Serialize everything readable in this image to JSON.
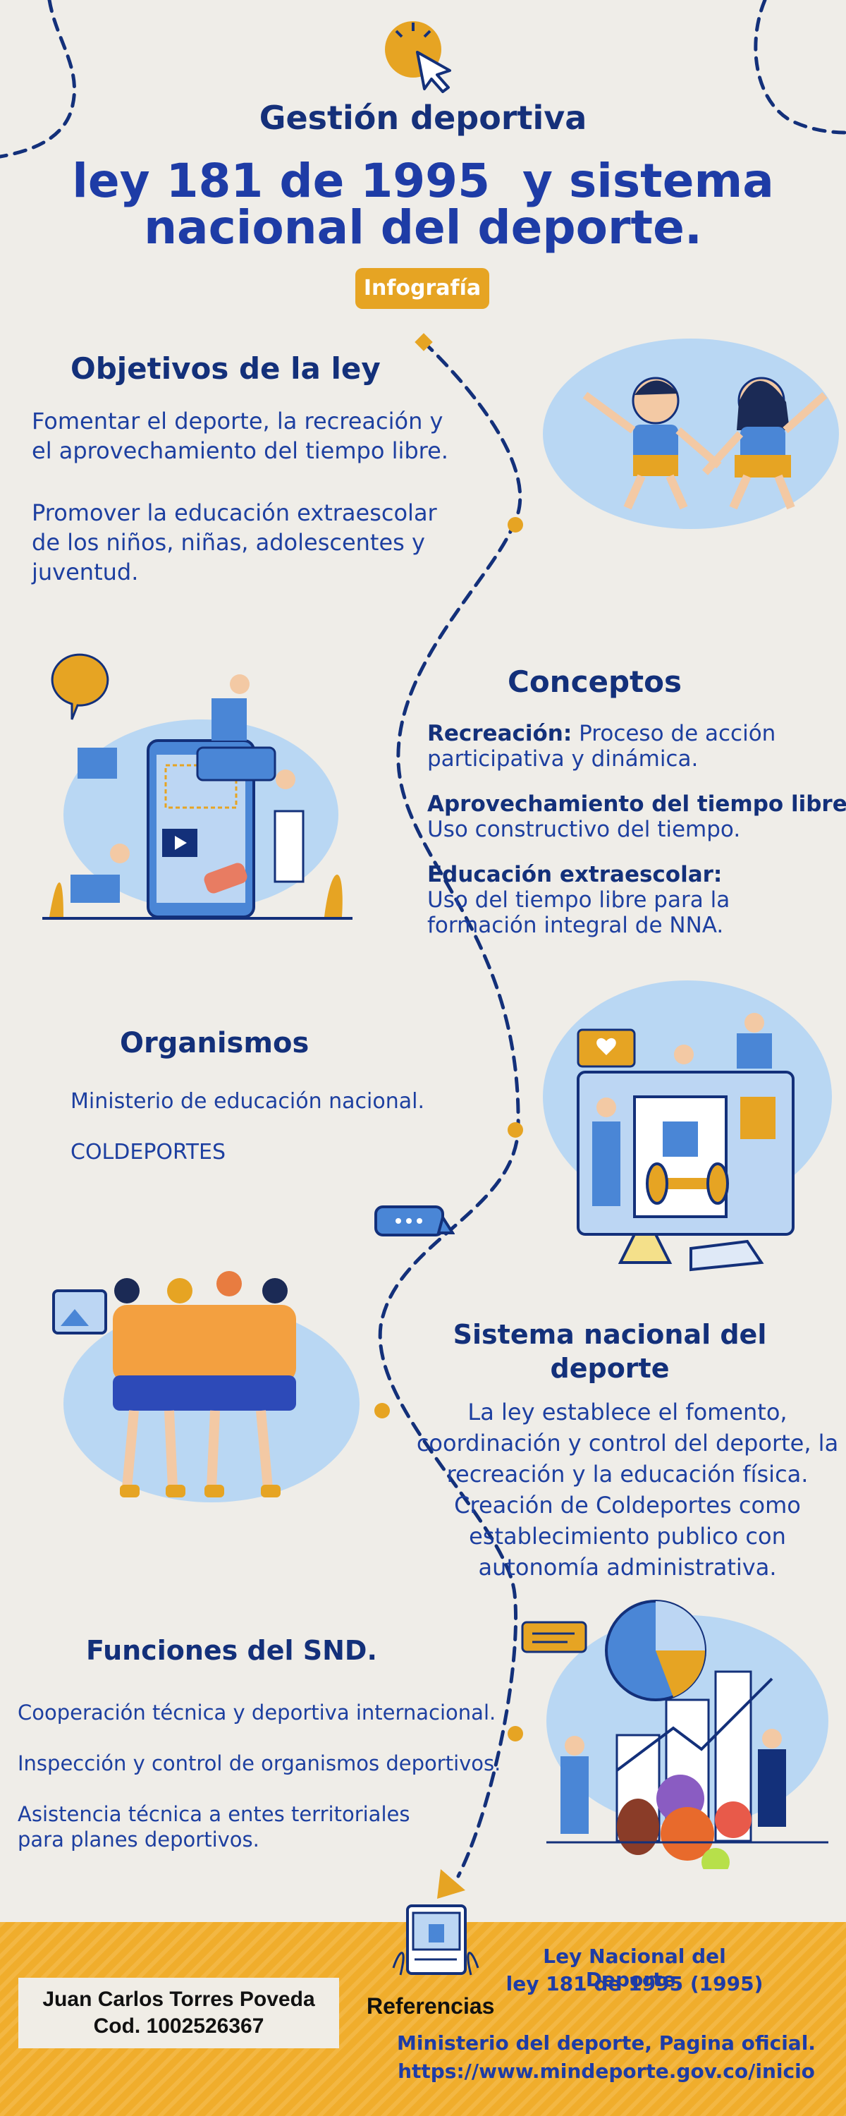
{
  "header": {
    "subtitle": "Gestión deportiva",
    "title_line1": "ley 181 de 1995  y sistema",
    "title_line2": "nacional del deporte.",
    "badge": "Infografía"
  },
  "objetivos": {
    "title": "Objetivos de la ley",
    "p1": "Fomentar el deporte, la recreación y el aprovechamiento del tiempo libre.",
    "p2": "Promover la educación extraescolar de los niños, niñas, adolescentes y juventud."
  },
  "conceptos": {
    "title": "Conceptos",
    "items": [
      {
        "term": "Recreación:",
        "text": " Proceso de acción participativa y dinámica."
      },
      {
        "term": "Aprovechamiento del tiempo libre:",
        "text": "Uso constructivo del tiempo."
      },
      {
        "term": "Educación extraescolar:",
        "text": "Uso del tiempo libre para la formación integral de NNA."
      }
    ]
  },
  "organismos": {
    "title": "Organismos",
    "items": [
      "Ministerio de educación nacional.",
      "COLDEPORTES"
    ]
  },
  "sistema": {
    "title_line1": "Sistema nacional del",
    "title_line2": "deporte",
    "text": "La ley establece el fomento, coordinación y control  del deporte, la recreación y la educación física. Creación de Coldeportes como establecimiento publico con autonomía administrativa."
  },
  "funciones": {
    "title": "Funciones del SND.",
    "items": [
      "Cooperación técnica y deportiva internacional.",
      "Inspección y control de organismos deportivos.",
      "Asistencia técnica a entes territoriales para planes deportivos."
    ]
  },
  "footer": {
    "author_name": "Juan Carlos Torres Poveda",
    "author_code": "Cod. 1002526367",
    "references_label": "Referencias",
    "ref1_line1": "Ley Nacional del Deporte,",
    "ref1_line2": "ley 181 de 1995 (1995)",
    "ref2_line1": "Ministerio del deporte, Pagina oficial.",
    "ref2_line2": "https://www.mindeporte.gov.co/inicio"
  },
  "colors": {
    "navy": "#13307a",
    "blue": "#1d3fa0",
    "accent": "#e6a423",
    "light_blue": "#b9d7f3",
    "background": "#efede8"
  }
}
